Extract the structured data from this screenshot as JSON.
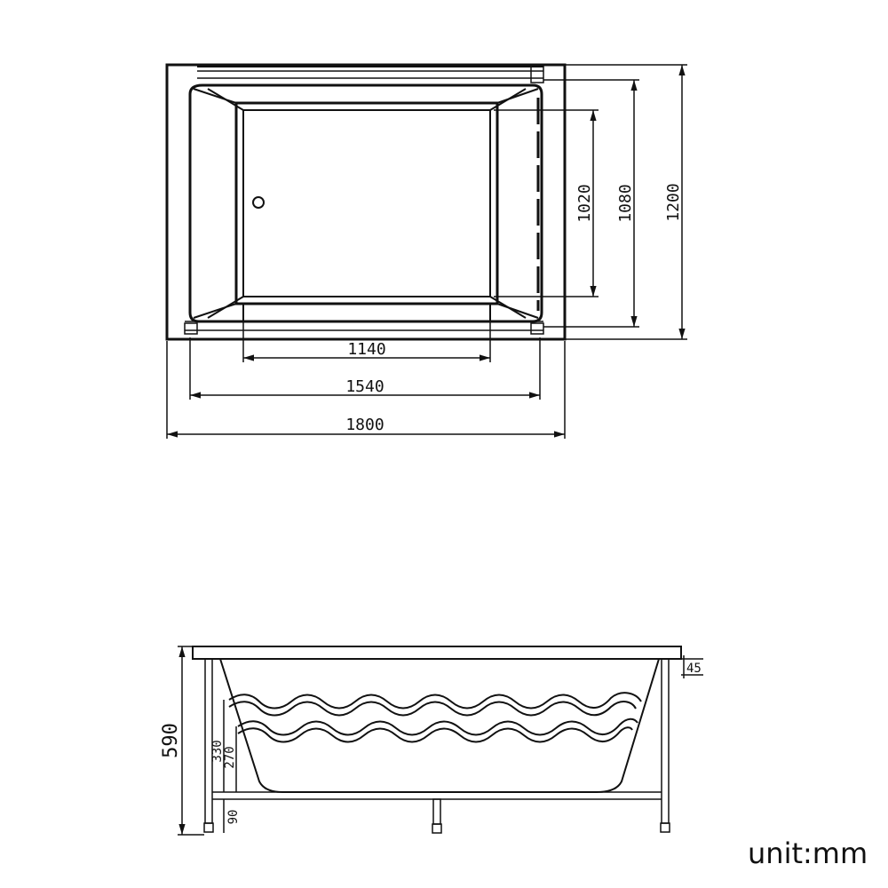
{
  "top_view": {
    "dimensions": {
      "inner_width": "1140",
      "mid_width": "1540",
      "outer_width": "1800",
      "inner_depth": "1020",
      "mid_depth": "1080",
      "outer_depth": "1200"
    }
  },
  "side_view": {
    "dimensions": {
      "total_height": "590",
      "water_level_high": "330",
      "water_level_low": "270",
      "leg_height": "90",
      "rim_thickness": "45"
    }
  },
  "unit_label": "unit:mm"
}
